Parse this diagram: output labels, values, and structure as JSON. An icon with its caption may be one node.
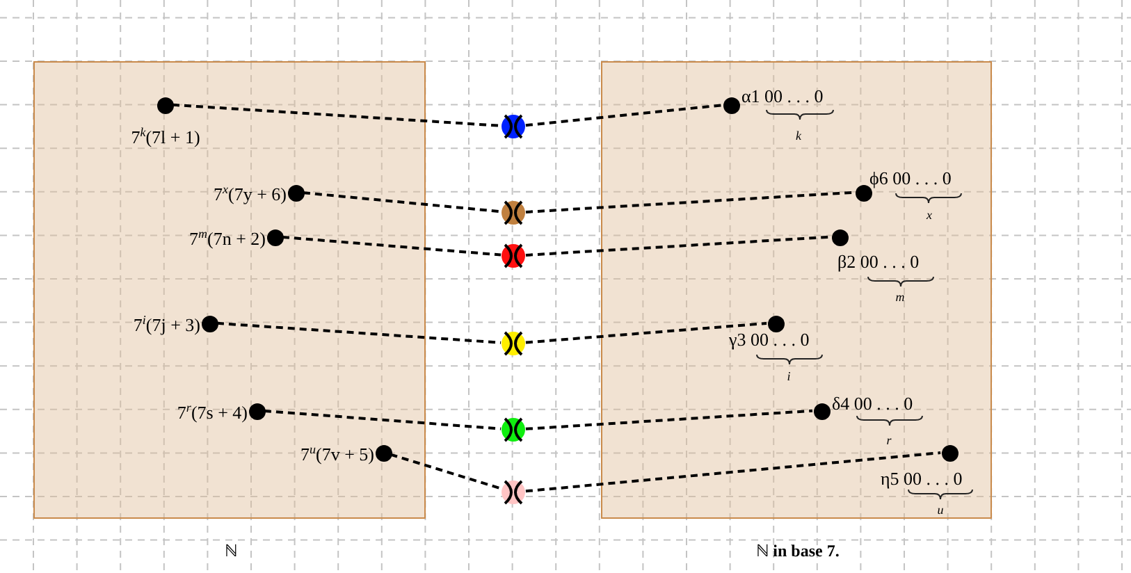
{
  "diagram": {
    "nodes": [
      {
        "text": [
          "ℕ"
        ]
      },
      {
        "text": [],
        "shape": "circle",
        "in": 0,
        "beside": [
          "7$^{k}$(7l + 1)"
        ]
      },
      {
        "text": [],
        "shape": "circle",
        "in": 0,
        "beside": [
          "7$^{x}$(7y + 6)"
        ]
      },
      {
        "text": [],
        "shape": "circle",
        "in": 0,
        "beside": [
          "7$^{m}$(7n + 2)"
        ]
      },
      {
        "text": [],
        "shape": "circle",
        "in": 0,
        "beside": [
          "7$^{i}$(7j + 3)"
        ]
      },
      {
        "text": [],
        "shape": "circle",
        "in": 0,
        "beside": [
          "7$^{r}$(7s + 4)"
        ]
      },
      {
        "text": [],
        "shape": "circle",
        "in": 0,
        "beside": [
          "7$^{u}$(7v + 5)"
        ]
      },
      {
        "text": [],
        "shape": "circle"
      },
      {
        "text": [],
        "shape": "circle"
      },
      {
        "text": [],
        "shape": "circle"
      },
      {
        "text": [],
        "shape": "circle"
      },
      {
        "text": [],
        "shape": "circle"
      },
      {
        "text": [],
        "shape": "circle"
      },
      {
        "text": [
          "ℕ **in base 7.**"
        ]
      },
      {
        "text": [],
        "shape": "circle",
        "in": 13,
        "beside": [
          "α1 00 . . . 0",
          "k"
        ]
      },
      {
        "text": [],
        "shape": "circle",
        "in": 13,
        "beside": [
          "ϕ6 00 . . . 0",
          "x"
        ]
      },
      {
        "text": [],
        "shape": "circle",
        "in": 13,
        "beside": [
          "β2 00 . . . 0",
          "m"
        ]
      },
      {
        "text": [],
        "shape": "circle",
        "in": 13,
        "beside": [
          "γ3 00 . . . 0",
          "i"
        ]
      },
      {
        "text": [],
        "shape": "circle",
        "in": 13,
        "beside": [
          "δ4 00 . . . 0",
          "r"
        ]
      },
      {
        "text": [],
        "shape": "circle",
        "in": 13,
        "beside": [
          "η5 00 . . . 0",
          "u"
        ]
      }
    ],
    "edges": [
      {
        "from": 1,
        "to": 7,
        "arrow": "none",
        "style": "dashed"
      },
      {
        "from": 7,
        "to": 14,
        "arrow": "none",
        "style": "dashed"
      },
      {
        "from": 2,
        "to": 8,
        "arrow": "none",
        "style": "dashed"
      },
      {
        "from": 8,
        "to": 15,
        "arrow": "none",
        "style": "dashed"
      },
      {
        "from": 3,
        "to": 9,
        "arrow": "none",
        "style": "dashed"
      },
      {
        "from": 9,
        "to": 16,
        "arrow": "none",
        "style": "dashed"
      },
      {
        "from": 4,
        "to": 10,
        "arrow": "none",
        "style": "dashed"
      },
      {
        "from": 10,
        "to": 17,
        "arrow": "none",
        "style": "dashed"
      },
      {
        "from": 5,
        "to": 11,
        "arrow": "none",
        "style": "dashed"
      },
      {
        "from": 11,
        "to": 18,
        "arrow": "none",
        "style": "dashed"
      },
      {
        "from": 6,
        "to": 12,
        "arrow": "none",
        "style": "dashed"
      },
      {
        "from": 12,
        "to": 19,
        "arrow": "none",
        "style": "dashed"
      }
    ]
  }
}
